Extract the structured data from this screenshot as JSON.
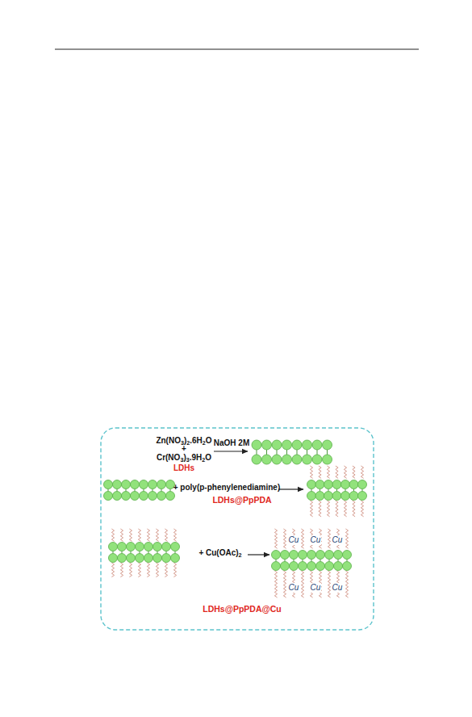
{
  "diagram": {
    "labels": [
      "Zn(NO3)2.6H2O",
      "NaOH 2M",
      "+",
      "Cr(NO3)3.9H2O",
      "LDHs",
      "+ poly(p-phenylenediamine)",
      "LDHs@PpPDA",
      "+ Cu(OAc)2",
      "Cu",
      "Cu",
      "Cu",
      "Cu",
      "Cu",
      "Cu",
      "LDHs@PpPDA@Cu"
    ]
  }
}
